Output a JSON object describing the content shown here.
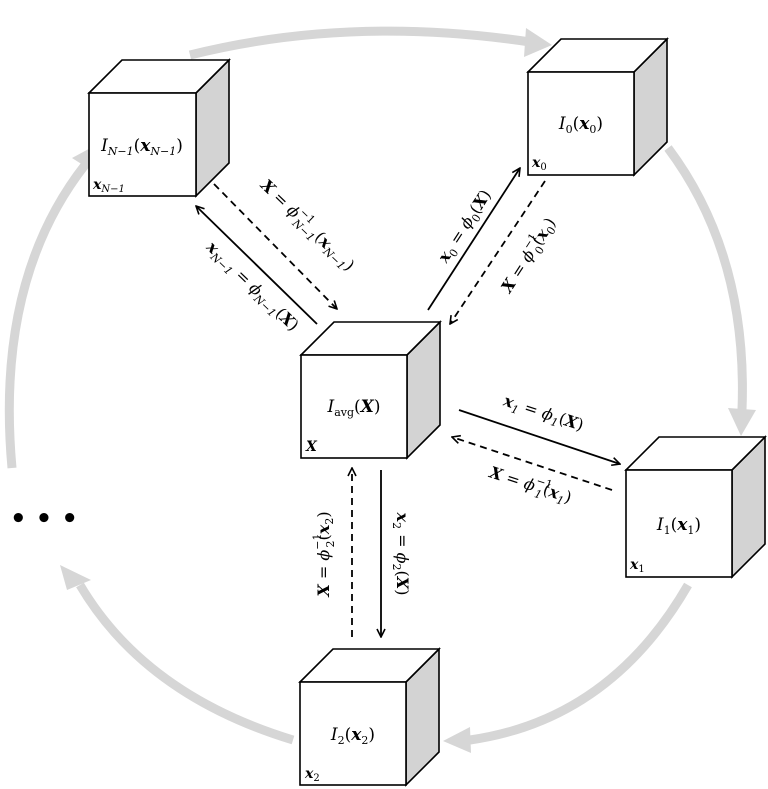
{
  "nodes": {
    "prev": {
      "image": {
        "base": "I",
        "sub": "N−1",
        "arg": "x",
        "argsub": "N−1"
      },
      "corner": {
        "base": "x",
        "sub": "N−1"
      }
    },
    "zero": {
      "image": {
        "base": "I",
        "sub": "0",
        "arg": "x",
        "argsub": "0"
      },
      "corner": {
        "base": "x",
        "sub": "0"
      }
    },
    "avg": {
      "image": {
        "base": "I",
        "sub": "avg",
        "arg": "X",
        "argsub": ""
      },
      "corner": {
        "base": "X",
        "sub": ""
      }
    },
    "one": {
      "image": {
        "base": "I",
        "sub": "1",
        "arg": "x",
        "argsub": "1"
      },
      "corner": {
        "base": "x",
        "sub": "1"
      }
    },
    "two": {
      "image": {
        "base": "I",
        "sub": "2",
        "arg": "x",
        "argsub": "2"
      },
      "corner": {
        "base": "x",
        "sub": "2"
      }
    }
  },
  "mappings": {
    "to_prev": {
      "lhs": "x",
      "lhs_sub": "N−1",
      "phi": "ϕ",
      "phi_sub": "N−1",
      "phi_sup": "",
      "arg": "X",
      "arg_sub": ""
    },
    "from_prev": {
      "lhs": "X",
      "lhs_sub": "",
      "phi": "ϕ",
      "phi_sub": "N−1",
      "phi_sup": "−1",
      "arg": "x",
      "arg_sub": "N−1"
    },
    "to_zero": {
      "lhs": "x",
      "lhs_sub": "0",
      "phi": "ϕ",
      "phi_sub": "0",
      "phi_sup": "",
      "arg": "X",
      "arg_sub": ""
    },
    "from_zero": {
      "lhs": "X",
      "lhs_sub": "",
      "phi": "ϕ",
      "phi_sub": "0",
      "phi_sup": "−1",
      "arg": "x",
      "arg_sub": "0"
    },
    "to_one": {
      "lhs": "x",
      "lhs_sub": "1",
      "phi": "ϕ",
      "phi_sub": "1",
      "phi_sup": "",
      "arg": "X",
      "arg_sub": ""
    },
    "from_one": {
      "lhs": "X",
      "lhs_sub": "",
      "phi": "ϕ",
      "phi_sub": "1",
      "phi_sup": "−1",
      "arg": "x",
      "arg_sub": "1"
    },
    "to_two": {
      "lhs": "x",
      "lhs_sub": "2",
      "phi": "ϕ",
      "phi_sub": "2",
      "phi_sup": "",
      "arg": "X",
      "arg_sub": ""
    },
    "from_two": {
      "lhs": "X",
      "lhs_sub": "",
      "phi": "ϕ",
      "phi_sub": "2",
      "phi_sup": "−1",
      "arg": "x",
      "arg_sub": "2"
    }
  },
  "ellipsis": "• • •",
  "colors": {
    "ring": "#d6d6d6",
    "cube_side": "#d3d3d3",
    "cube_front": "#ffffff",
    "line": "#000000"
  }
}
